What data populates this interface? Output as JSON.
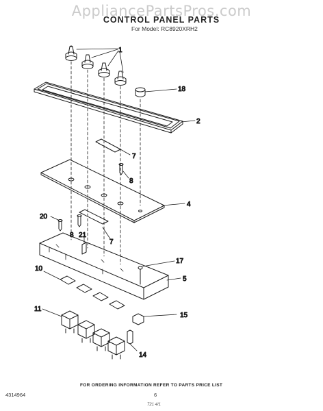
{
  "watermark": "AppliancePartsPros.com",
  "title": "CONTROL PANEL PARTS",
  "model": "For Model: RC8920XRH2",
  "footer": "FOR ORDERING INFORMATION REFER TO PARTS PRICE LIST",
  "doc_number": "4314964",
  "page_number": "6",
  "bottom_code": "721 4/1",
  "callouts": {
    "c1": "1",
    "c18": "18",
    "c2": "2",
    "c7a": "7",
    "c8a": "8",
    "c4": "4",
    "c20": "20",
    "c8b": "8",
    "c21": "21",
    "c7b": "7",
    "c17": "17",
    "c10": "10",
    "c5": "5",
    "c11": "11",
    "c15": "15",
    "c14": "14"
  }
}
